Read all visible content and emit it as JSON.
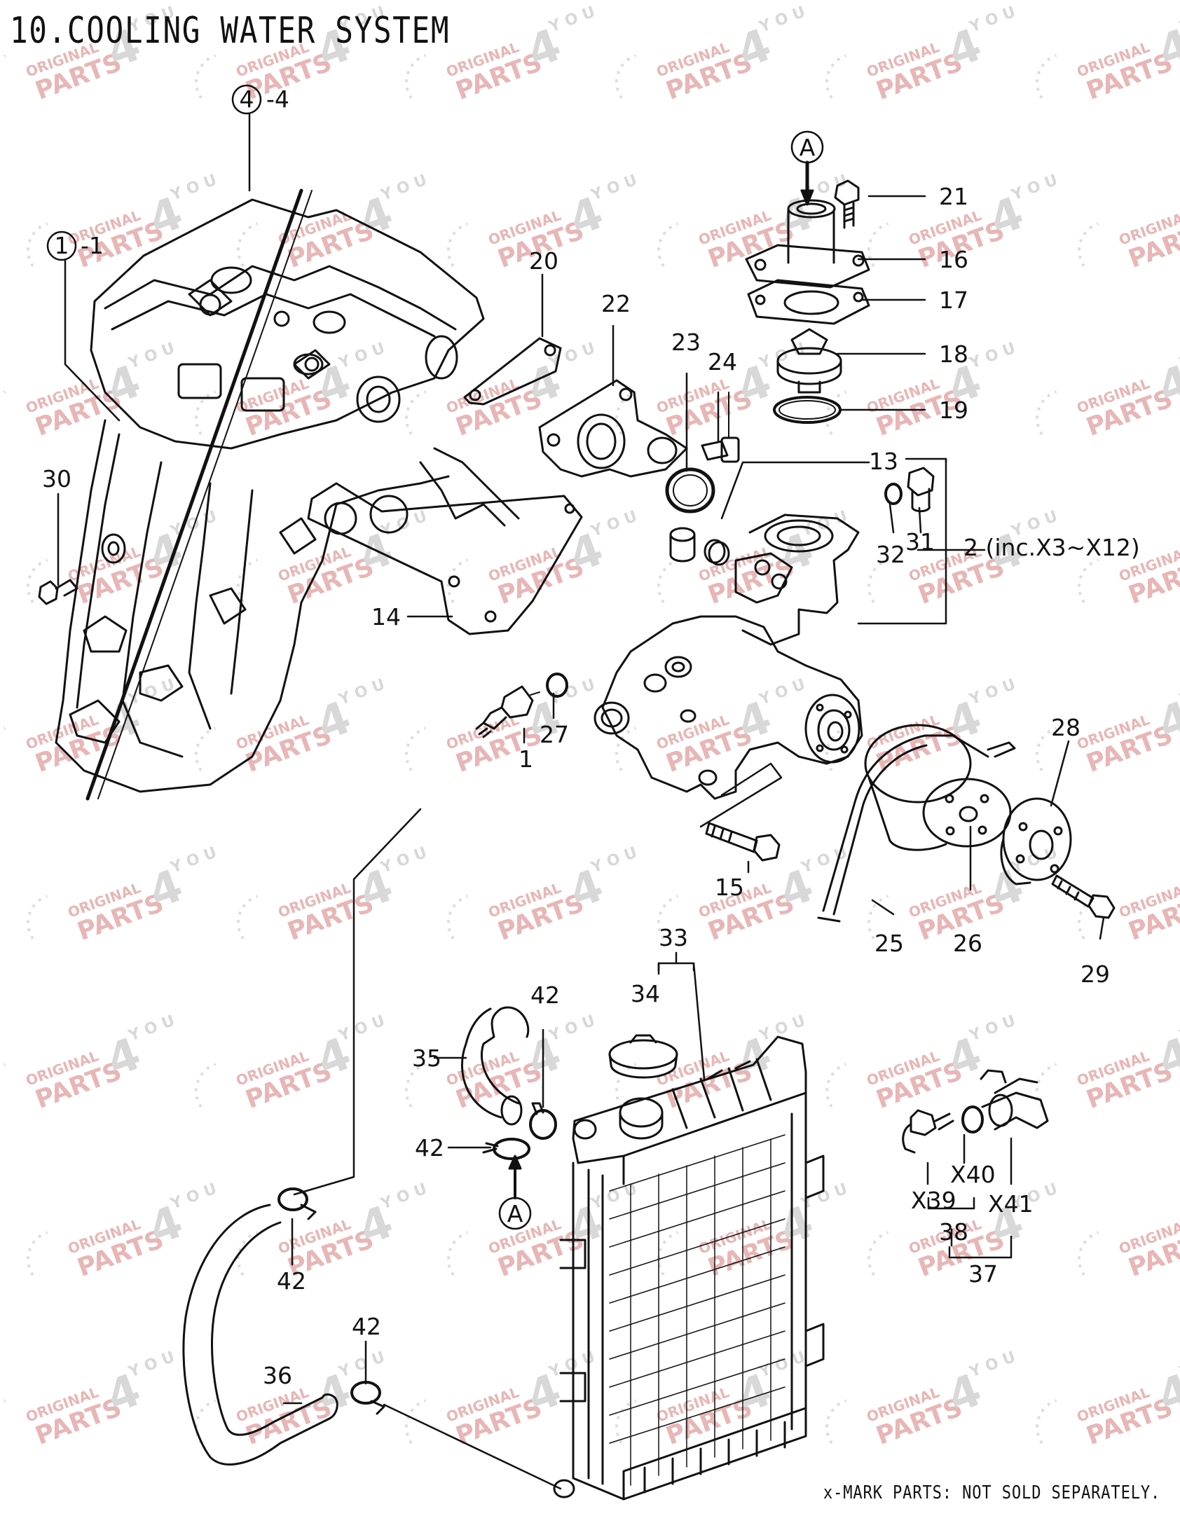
{
  "title": "10.COOLING WATER SYSTEM",
  "footnote": "x-MARK PARTS: NOT SOLD SEPARATELY.",
  "watermark": {
    "line1": "ORIGINAL",
    "line2": "PARTS",
    "four": "4",
    "you": "Y O U"
  },
  "callout_letter": "A",
  "ref_circles": [
    {
      "id": "ref-4",
      "num": "4",
      "suffix": "-4"
    },
    {
      "id": "ref-1",
      "num": "1",
      "suffix": "-1"
    }
  ],
  "labels": {
    "p1": "1",
    "p2": "2 (inc.X3~X12)",
    "p13": "13",
    "p14": "14",
    "p15": "15",
    "p16": "16",
    "p17": "17",
    "p18": "18",
    "p19": "19",
    "p20": "20",
    "p21": "21",
    "p22": "22",
    "p23": "23",
    "p24": "24",
    "p25": "25",
    "p26": "26",
    "p27": "27",
    "p28": "28",
    "p29": "29",
    "p30": "30",
    "p31": "31",
    "p32": "32",
    "p33": "33",
    "p34": "34",
    "p35": "35",
    "p36": "36",
    "p37": "37",
    "p38": "38",
    "x39": "X39",
    "x40": "X40",
    "x41": "X41",
    "p42a": "42",
    "p42b": "42",
    "p42c": "42",
    "p42d": "42"
  },
  "colors": {
    "ink": "#111111",
    "watermark_red": "#e8b6b6",
    "watermark_grey": "#d8d8d8"
  }
}
